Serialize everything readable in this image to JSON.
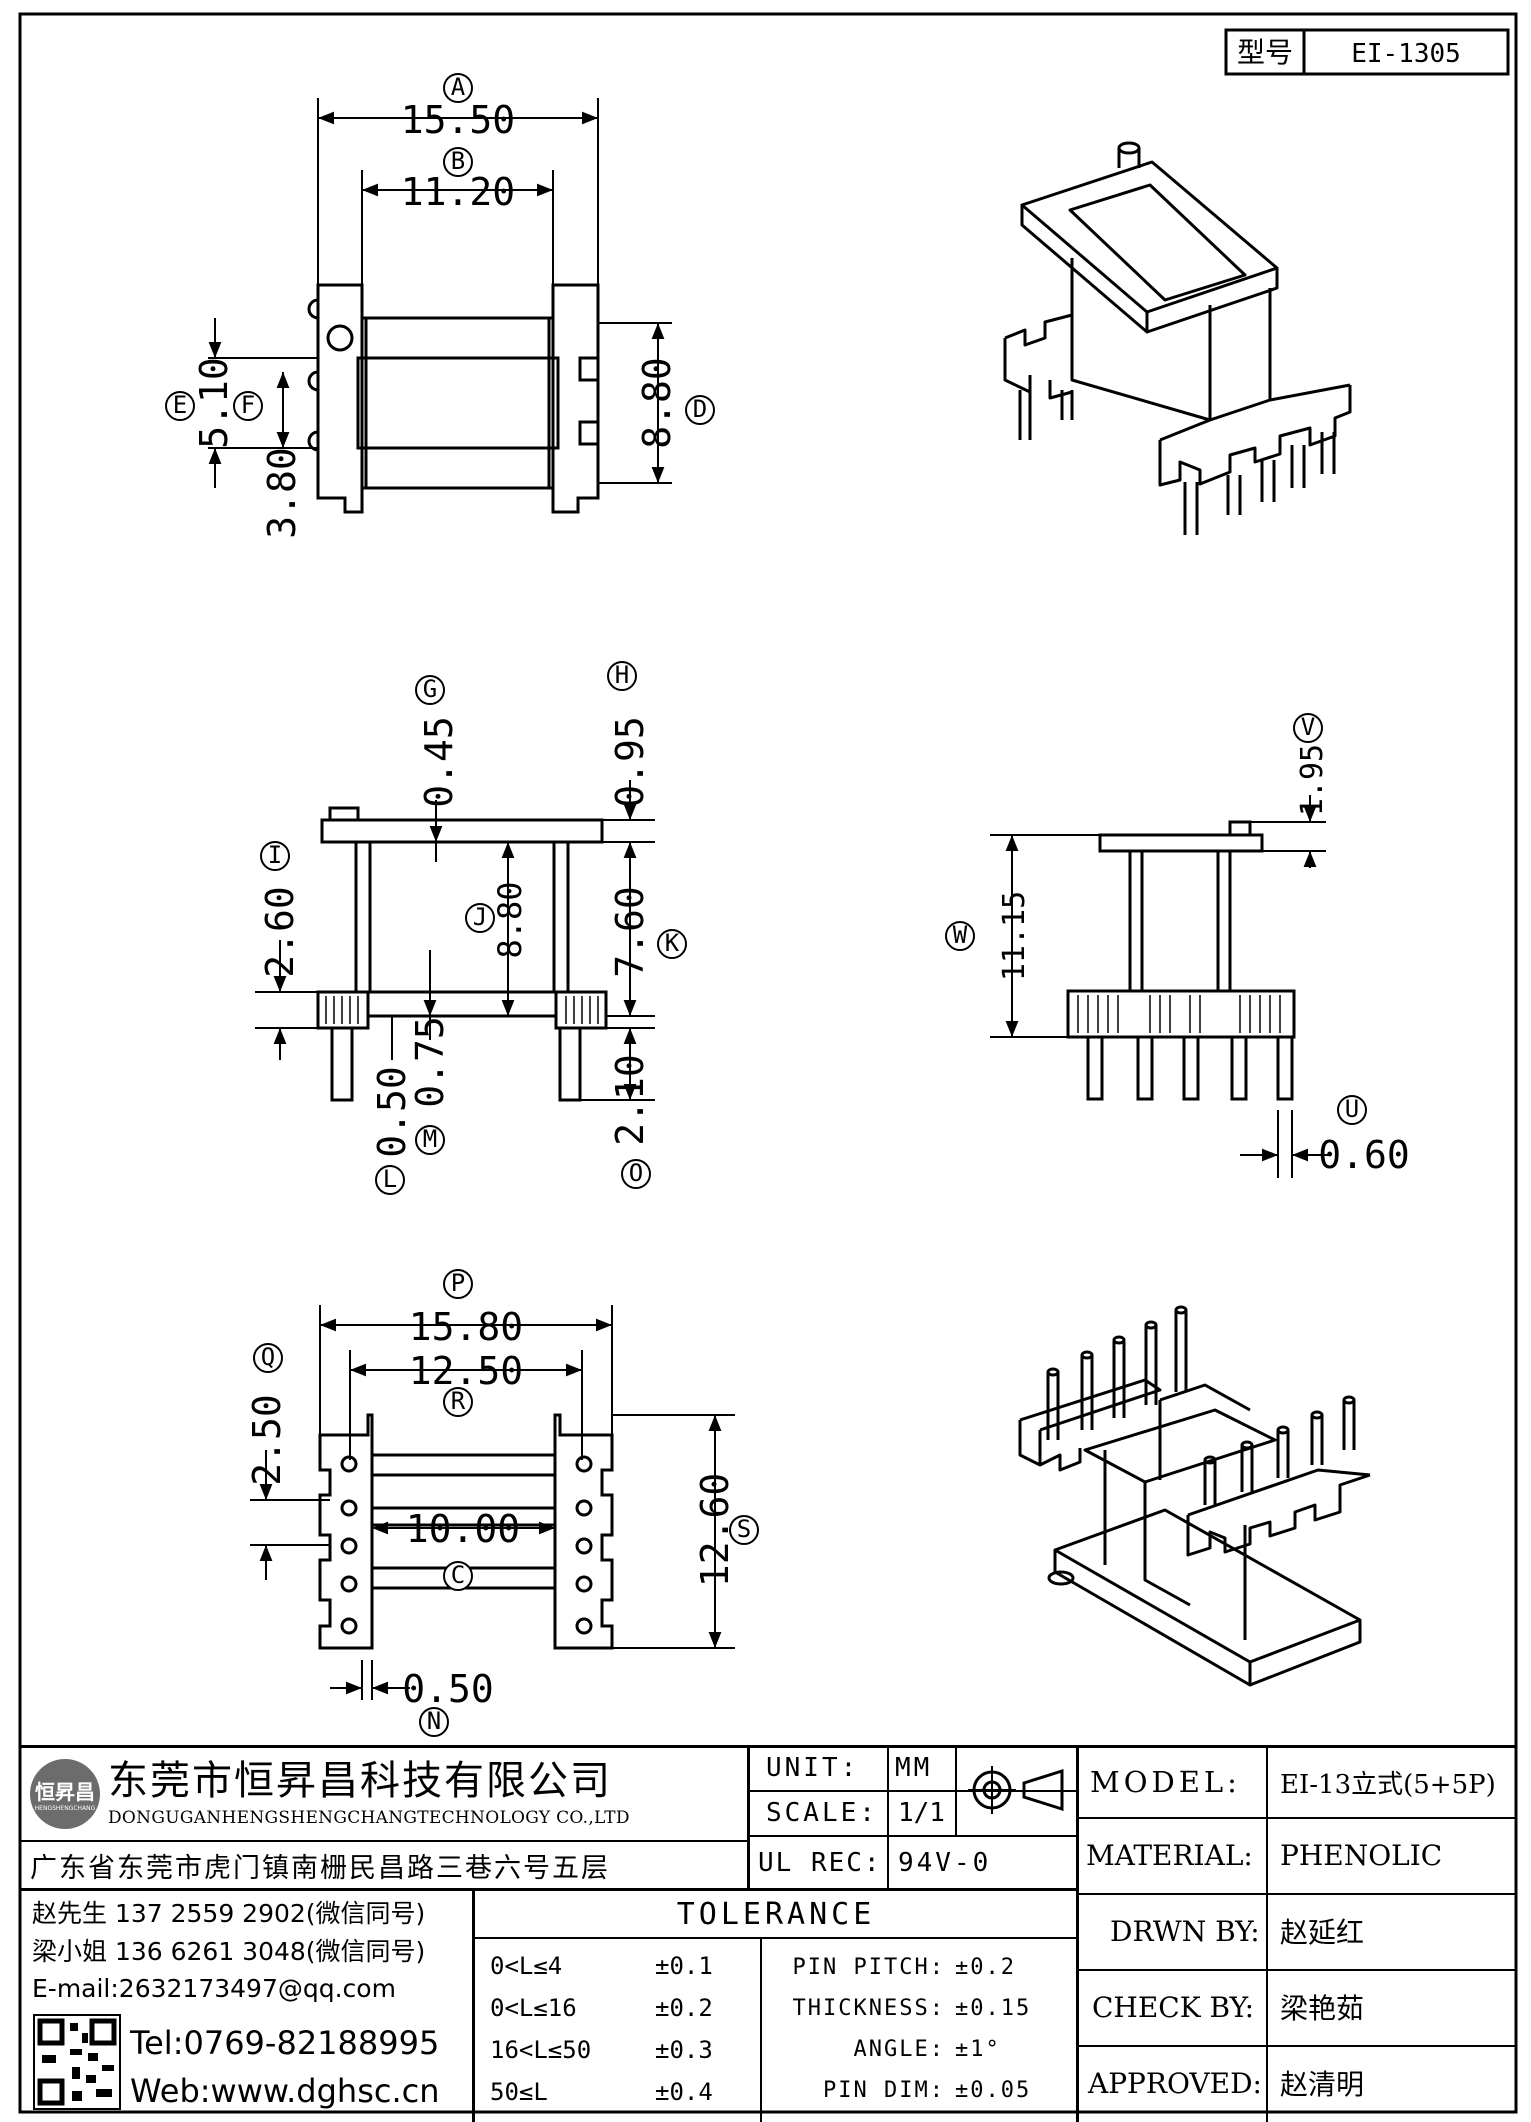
{
  "model_tag": {
    "label": "型号",
    "value": "EI-1305"
  },
  "dimensions": {
    "A": "15.50",
    "B": "11.20",
    "D": "8.80",
    "E": "5.10",
    "F_value": "3.80",
    "G": "0.45",
    "H": "0.95",
    "I": "2.60",
    "J": "8.80",
    "K": "7.60",
    "L": "0.50",
    "M": "0.75",
    "O": "2.10",
    "V": "1.95",
    "W": "11.15",
    "U": "0.60",
    "P": "15.80",
    "R": "12.50",
    "Q": "2.50",
    "C": "10.00",
    "S": "12.60",
    "N": "0.50"
  },
  "dim_labels": [
    "A",
    "B",
    "C",
    "D",
    "E",
    "F",
    "G",
    "H",
    "I",
    "J",
    "K",
    "L",
    "M",
    "N",
    "O",
    "P",
    "Q",
    "R",
    "S",
    "U",
    "V",
    "W"
  ],
  "company": {
    "name_cn": "东莞市恒昇昌科技有限公司",
    "name_en": "DONGUGANHENGSHENGCHANGTECHNOLOGY CO.,LTD",
    "address": "广东省东莞市虎门镇南栅民昌路三巷六号五层",
    "logo_text": "恒昇昌",
    "logo_sub": "HENGSHENGCHANG"
  },
  "contacts": {
    "line1": "赵先生 137 2559 2902(微信同号)",
    "line2": "梁小姐 136 6261 3048(微信同号)",
    "email": "E-mail:2632173497@qq.com",
    "tel": "Tel:0769-82188995",
    "web": "Web:www.dghsc.cn"
  },
  "specs": {
    "unit_label": "UNIT:",
    "unit_value": "MM",
    "scale_label": "SCALE:",
    "scale_value": "1/1",
    "ul_label": "UL REC:",
    "ul_value": "94V-0"
  },
  "tolerance": {
    "title": "TOLERANCE",
    "ranges": [
      {
        "range": "0<L≤4",
        "tol": "±0.1"
      },
      {
        "range": "0<L≤16",
        "tol": "±0.2"
      },
      {
        "range": "16<L≤50",
        "tol": "±0.3"
      },
      {
        "range": "50≤L",
        "tol": "±0.4"
      }
    ],
    "others": [
      {
        "label": "PIN PITCH:",
        "tol": "±0.2"
      },
      {
        "label": "THICKNESS:",
        "tol": "±0.15"
      },
      {
        "label": "ANGLE:",
        "tol": "±1°"
      },
      {
        "label": "PIN DIM:",
        "tol": "±0.05"
      }
    ]
  },
  "info": {
    "model_label": "MODEL:",
    "model_value": "EI-13立式(5+5P)",
    "material_label": "MATERIAL:",
    "material_value": "PHENOLIC",
    "drawn_label": "DRWN BY:",
    "drawn_value": "赵延红",
    "check_label": "CHECK BY:",
    "check_value": "梁艳茹",
    "approved_label": "APPROVED:",
    "approved_value": "赵清明"
  }
}
